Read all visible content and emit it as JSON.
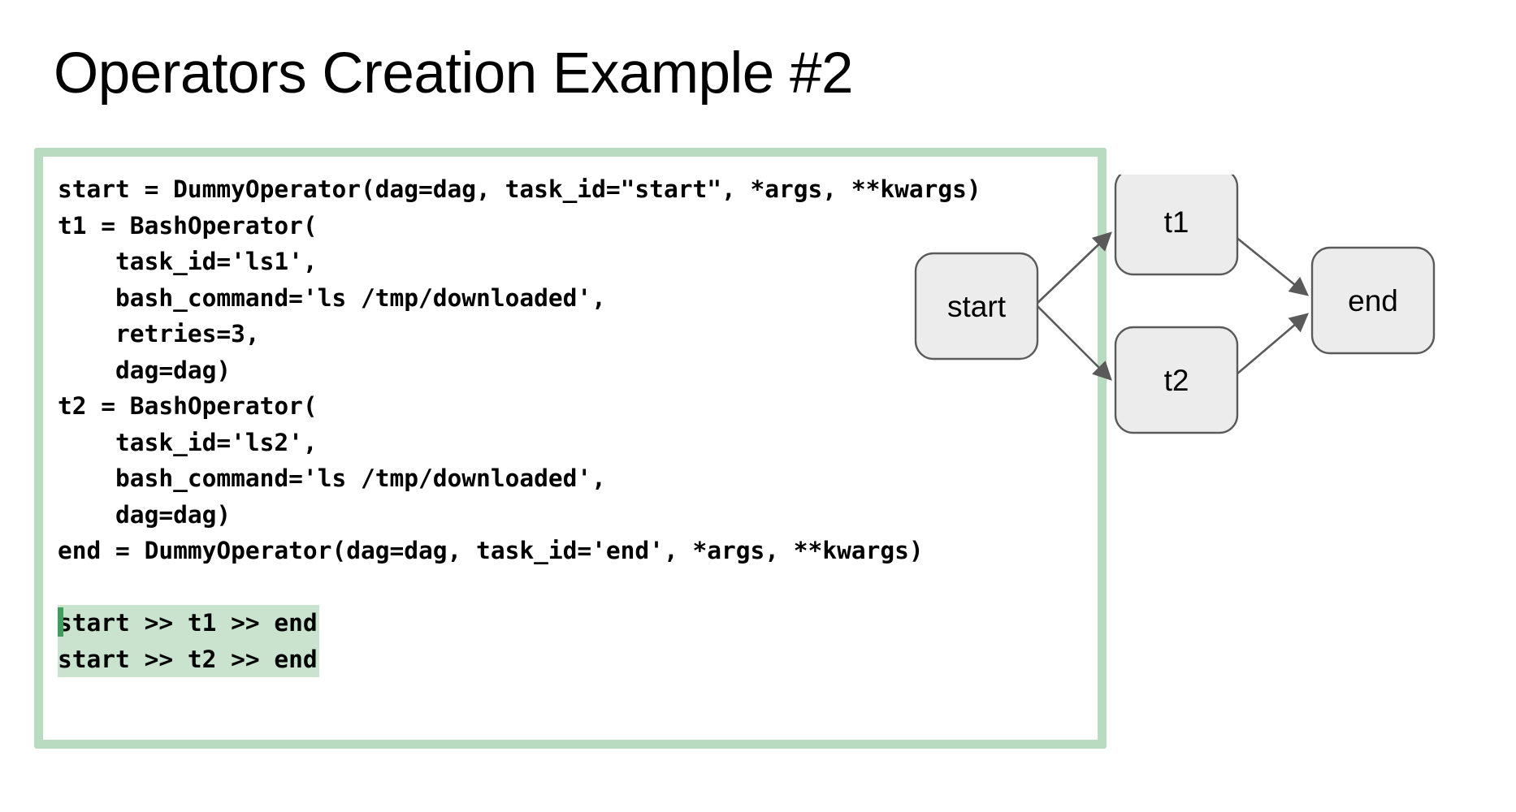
{
  "slide": {
    "title": "Operators Creation Example #2",
    "background_color": "#ffffff"
  },
  "code_card": {
    "border_color": "#b9dcc0",
    "background_color": "#ffffff",
    "highlight_color": "#c9e3ce",
    "caret_color": "#3f9e5c",
    "language": "python",
    "lines": [
      {
        "text": "start = DummyOperator(dag=dag, task_id=\"start\", *args, **kwargs)",
        "highlighted": false,
        "caret": false
      },
      {
        "text": "t1 = BashOperator(",
        "highlighted": false,
        "caret": false
      },
      {
        "text": "    task_id='ls1',",
        "highlighted": false,
        "caret": false
      },
      {
        "text": "    bash_command='ls /tmp/downloaded',",
        "highlighted": false,
        "caret": false
      },
      {
        "text": "    retries=3,",
        "highlighted": false,
        "caret": false
      },
      {
        "text": "    dag=dag)",
        "highlighted": false,
        "caret": false
      },
      {
        "text": "t2 = BashOperator(",
        "highlighted": false,
        "caret": false
      },
      {
        "text": "    task_id='ls2',",
        "highlighted": false,
        "caret": false
      },
      {
        "text": "    bash_command='ls /tmp/downloaded',",
        "highlighted": false,
        "caret": false
      },
      {
        "text": "    dag=dag)",
        "highlighted": false,
        "caret": false
      },
      {
        "text": "end = DummyOperator(dag=dag, task_id='end', *args, **kwargs)",
        "highlighted": false,
        "caret": false
      },
      {
        "text": "",
        "highlighted": false,
        "caret": false
      },
      {
        "text": "start >> t1 >> end",
        "highlighted": true,
        "caret": true
      },
      {
        "text": "start >> t2 >> end",
        "highlighted": true,
        "caret": false
      }
    ]
  },
  "dag_diagram": {
    "node_fill": "#ececec",
    "node_stroke": "#5a5a5a",
    "edge_color": "#5a5a5a",
    "nodes": [
      {
        "id": "start",
        "label": "start"
      },
      {
        "id": "t1",
        "label": "t1"
      },
      {
        "id": "t2",
        "label": "t2"
      },
      {
        "id": "end",
        "label": "end"
      }
    ],
    "edges": [
      {
        "from": "start",
        "to": "t1"
      },
      {
        "from": "start",
        "to": "t2"
      },
      {
        "from": "t1",
        "to": "end"
      },
      {
        "from": "t2",
        "to": "end"
      }
    ]
  }
}
